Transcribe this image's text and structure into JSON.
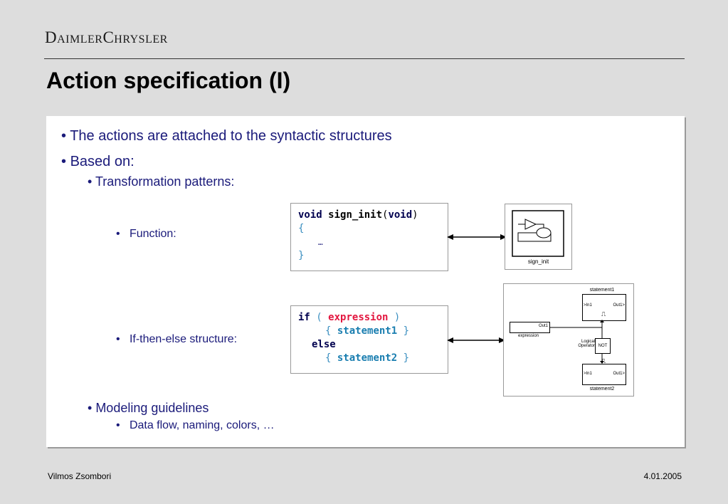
{
  "header": {
    "logo_text": "DaimlerChrysler",
    "title": "Action specification (I)"
  },
  "bullets": {
    "b1": "The actions are attached to the syntactic structures",
    "b2": "Based on:",
    "b3": "Transformation patterns:",
    "b4": "Function:",
    "b5": "If-then-else structure:",
    "b6": "Modeling guidelines",
    "b7": "Data flow, naming, colors, …"
  },
  "code_function": {
    "kw_void": "void",
    "name": "sign_init",
    "paren_open": "(",
    "kw_void2": "void",
    "paren_close": ")",
    "brace_open": "{",
    "ellipsis": "…",
    "brace_close": "}"
  },
  "code_ifelse": {
    "kw_if": "if",
    "paren_open": "(",
    "expression": "expression",
    "paren_close": ")",
    "brace1_open": "{",
    "statement1": "statement1",
    "brace1_close": "}",
    "kw_else": "else",
    "brace2_open": "{",
    "statement2": "statement2",
    "brace2_close": "}"
  },
  "diagram_function": {
    "label": "sign_init"
  },
  "diagram_ifelse": {
    "statement1": "statement1",
    "statement2": "statement2",
    "in1": "In1",
    "out1": "Out1",
    "out1_src": "Out1",
    "expression": "expression",
    "logical": "Logical",
    "operator": "Operator",
    "not": "NOT",
    "pulse": "⎍"
  },
  "footer": {
    "author": "Vilmos Zsombori",
    "date": "4.01.2005"
  },
  "colors": {
    "bullet_text": "#1a1a7a",
    "keyword": "#00004f",
    "expression": "#e3163f",
    "statement": "#1a7eb0",
    "brace": "#3b8fc0"
  }
}
